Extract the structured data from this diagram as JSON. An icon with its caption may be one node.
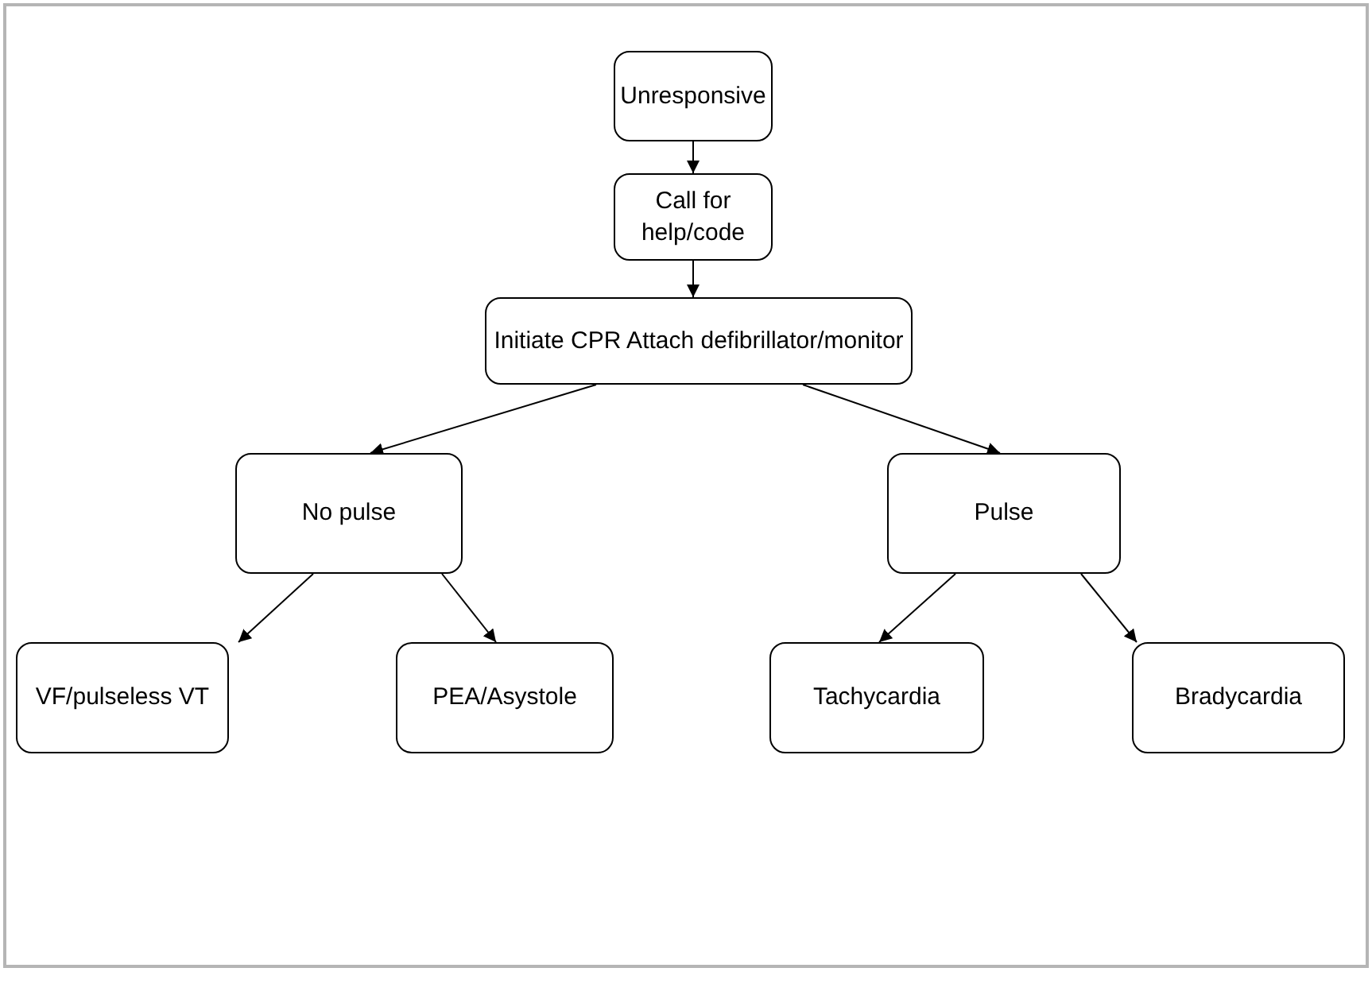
{
  "diagram": {
    "nodes": [
      {
        "text": [
          "Unresponsive"
        ]
      },
      {
        "text": [
          "Call for help/code"
        ]
      },
      {
        "text": [
          "Initiate CPR Attach defibrillator/monitor"
        ]
      },
      {
        "text": [
          "No pulse"
        ]
      },
      {
        "text": [
          "Pulse"
        ]
      },
      {
        "text": [
          "VF/pulseless VT"
        ]
      },
      {
        "text": [
          "PEA/Asystole"
        ]
      },
      {
        "text": [
          "Tachycardia"
        ]
      },
      {
        "text": [
          "Bradycardia"
        ]
      }
    ],
    "edges": [
      {
        "from": 0,
        "to": 1,
        "arrow": "to"
      },
      {
        "from": 1,
        "to": 2,
        "arrow": "to"
      },
      {
        "from": 2,
        "to": 3,
        "arrow": "to"
      },
      {
        "from": 2,
        "to": 4,
        "arrow": "to"
      },
      {
        "from": 3,
        "to": 5,
        "arrow": "to"
      },
      {
        "from": 3,
        "to": 6,
        "arrow": "to"
      },
      {
        "from": 4,
        "to": 7,
        "arrow": "to"
      },
      {
        "from": 4,
        "to": 8,
        "arrow": "to"
      }
    ]
  }
}
